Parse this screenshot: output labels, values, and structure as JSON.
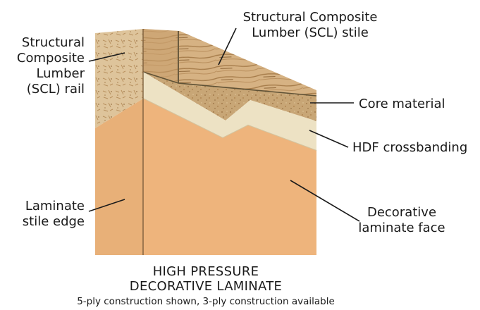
{
  "labels": {
    "scl_rail": [
      "Structural",
      "Composite",
      "Lumber",
      "(SCL) rail"
    ],
    "scl_stile": [
      "Structural Composite",
      "Lumber (SCL) stile"
    ],
    "core_material": "Core material",
    "hdf_crossbanding": "HDF crossbanding",
    "decorative_laminate_face": [
      "Decorative",
      "laminate face"
    ],
    "laminate_stile_edge": [
      "Laminate",
      "stile edge"
    ]
  },
  "caption": {
    "title_lines": [
      "HIGH PRESSURE",
      "DECORATIVE LAMINATE"
    ],
    "subtitle": "5-ply construction shown, 3-ply construction available"
  },
  "colors": {
    "laminate": "#eeb47c",
    "laminate_shadow": "#e2a66e",
    "scl_wood": "#d9b98a",
    "scl_grain": "#a8804e",
    "core": "#c9a676",
    "hdf": "#ede2c4",
    "leader": "#1a1a1a"
  }
}
